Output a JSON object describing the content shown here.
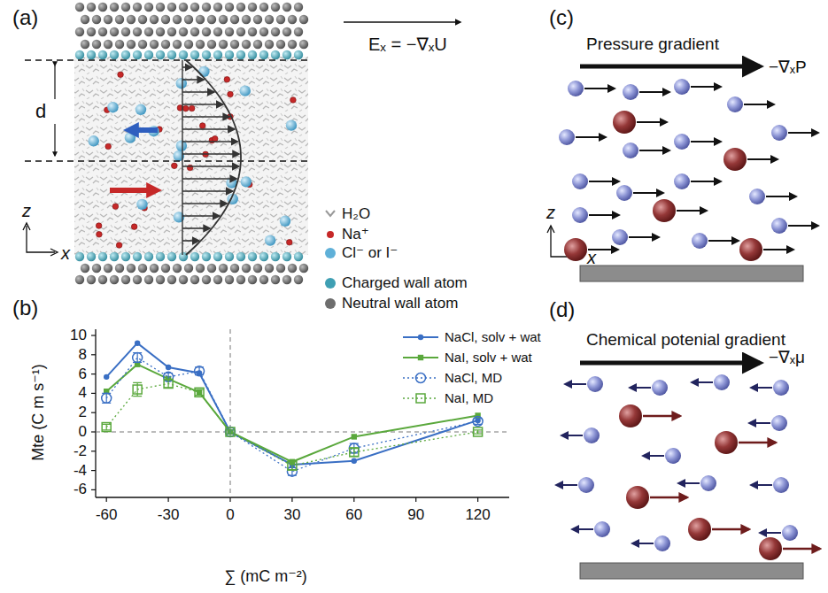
{
  "diagram": {
    "labels": [
      "(a)",
      "d",
      "Eₓ = −∇ₓU",
      "z",
      "x",
      "(b)",
      "Mte (C m s⁻¹)",
      "∑ (mC m⁻²)",
      "10",
      "8",
      "6",
      "4",
      "2",
      "0",
      "-2",
      "-4",
      "-6",
      "-60",
      "-30",
      "0",
      "30",
      "60",
      "90",
      "120",
      "(c)",
      "Pressure gradient",
      "−∇ₓP",
      "z",
      "x",
      "(d)",
      "Chemical potenial gradient",
      "−∇ₓμ"
    ],
    "legend": [
      {
        "text": "H₂O"
      },
      {
        "text": "Na⁺",
        "color": "#c62828"
      },
      {
        "text": "Cl⁻ or I⁻",
        "color": "#5fb0d8"
      },
      {
        "text": "Charged wall atom",
        "color": "#3f9fb3"
      },
      {
        "text": "Neutral wall atom",
        "color": "#6e6e6e"
      },
      {
        "text": "NaCl, solv + wat"
      },
      {
        "text": "NaI, solv + wat"
      },
      {
        "text": "NaCl, MD"
      },
      {
        "text": "NaI, MD"
      }
    ]
  }
}
